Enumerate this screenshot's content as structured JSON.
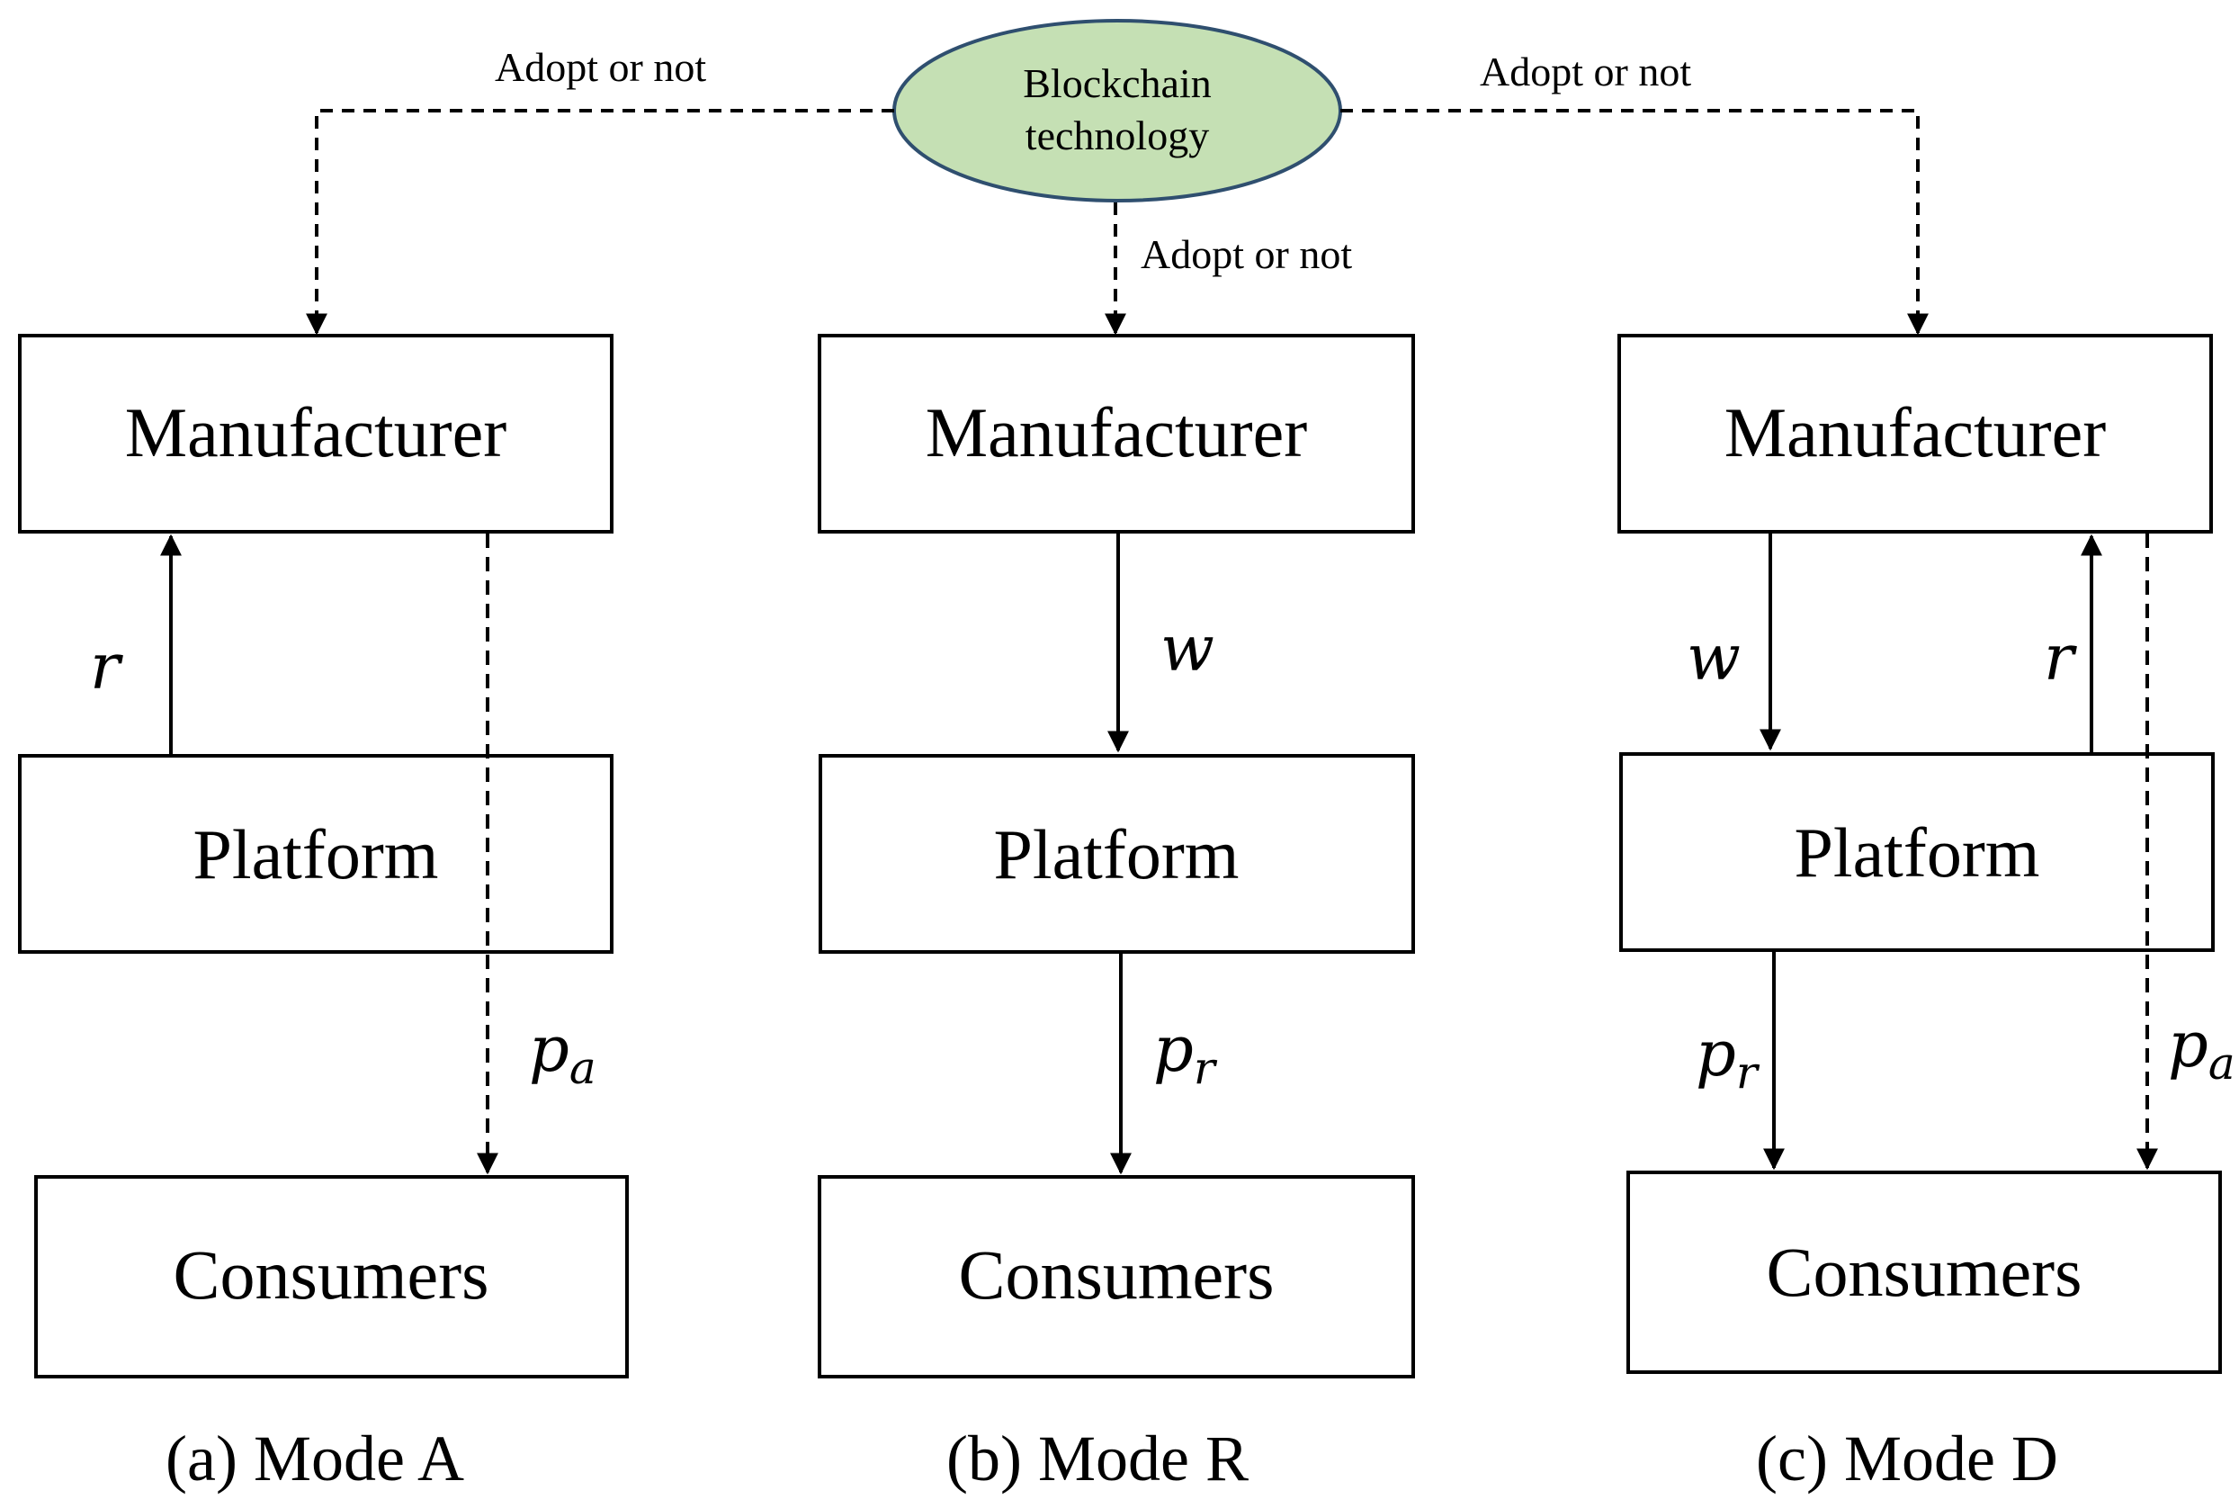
{
  "blockchain": {
    "line1": "Blockchain",
    "line2": "technology",
    "fill": "#c5e0b4",
    "stroke": "#2f4f6f"
  },
  "adopt_label": "Adopt or not",
  "modes": [
    {
      "caption": "(a) Mode A",
      "manufacturer": "Manufacturer",
      "platform": "Platform",
      "consumers": "Consumers"
    },
    {
      "caption": "(b) Mode R",
      "manufacturer": "Manufacturer",
      "platform": "Platform",
      "consumers": "Consumers"
    },
    {
      "caption": "(c) Mode D",
      "manufacturer": "Manufacturer",
      "platform": "Platform",
      "consumers": "Consumers"
    }
  ],
  "vars": {
    "r": "r",
    "w": "w",
    "p": "p",
    "a": "a",
    "r_sub": "r"
  }
}
